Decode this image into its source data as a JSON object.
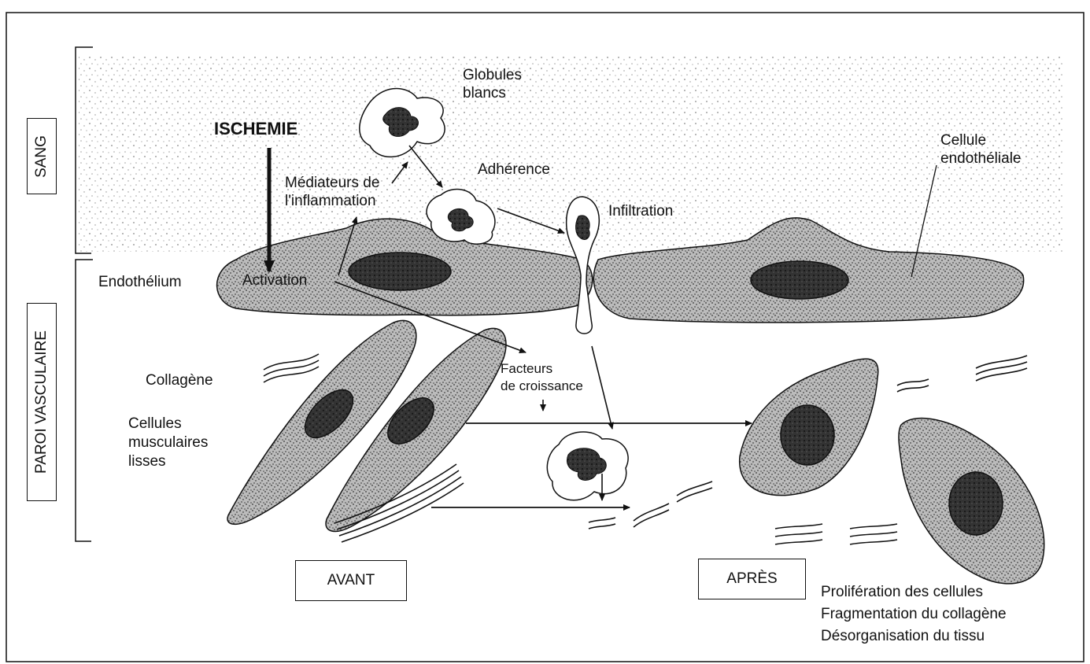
{
  "labels": {
    "sang": "SANG",
    "paroi_vasculaire": "PAROI VASCULAIRE",
    "ischemie": "ISCHEMIE",
    "globules_blancs_1": "Globules",
    "globules_blancs_2": "blancs",
    "mediateurs_1": "Médiateurs de",
    "mediateurs_2": "l'inflammation",
    "adherence": "Adhérence",
    "infiltration": "Infiltration",
    "cellule_endo_1": "Cellule",
    "cellule_endo_2": "endothéliale",
    "endothelium": "Endothélium",
    "activation": "Activation",
    "facteurs_1": "Facteurs",
    "facteurs_2": "de croissance",
    "collagene": "Collagène",
    "cellules_musc_1": "Cellules",
    "cellules_musc_2": "musculaires",
    "cellules_musc_3": "lisses",
    "avant": "AVANT",
    "apres": "APRÈS",
    "result_1": "Prolifération des cellules",
    "result_2": "Fragmentation du collagène",
    "result_3": "Désorganisation du tissu"
  },
  "colors": {
    "ink": "#111111",
    "stipple": "#555555"
  }
}
